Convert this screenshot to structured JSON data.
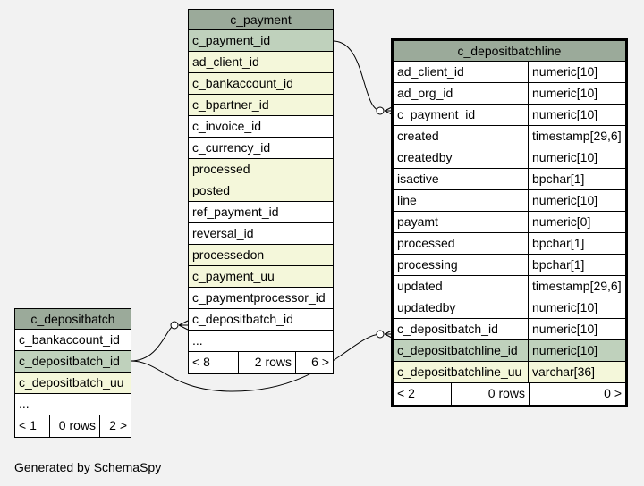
{
  "tables": {
    "c_payment": {
      "name": "c_payment",
      "columns": [
        {
          "name": "c_payment_id",
          "kind": "pk"
        },
        {
          "name": "ad_client_id",
          "kind": "idx"
        },
        {
          "name": "c_bankaccount_id",
          "kind": "idx"
        },
        {
          "name": "c_bpartner_id",
          "kind": "idx"
        },
        {
          "name": "c_invoice_id",
          "kind": "plain"
        },
        {
          "name": "c_currency_id",
          "kind": "plain"
        },
        {
          "name": "processed",
          "kind": "idx"
        },
        {
          "name": "posted",
          "kind": "idx"
        },
        {
          "name": "ref_payment_id",
          "kind": "plain"
        },
        {
          "name": "reversal_id",
          "kind": "plain"
        },
        {
          "name": "processedon",
          "kind": "idx"
        },
        {
          "name": "c_payment_uu",
          "kind": "idx"
        },
        {
          "name": "c_paymentprocessor_id",
          "kind": "plain"
        },
        {
          "name": "c_depositbatch_id",
          "kind": "plain"
        },
        {
          "name": "...",
          "kind": "plain"
        }
      ],
      "footer": {
        "parents": "< 8",
        "rows": "2 rows",
        "children": "6 >"
      }
    },
    "c_depositbatchline": {
      "name": "c_depositbatchline",
      "columns": [
        {
          "name": "ad_client_id",
          "type": "numeric[10]",
          "kind": "plain"
        },
        {
          "name": "ad_org_id",
          "type": "numeric[10]",
          "kind": "plain"
        },
        {
          "name": "c_payment_id",
          "type": "numeric[10]",
          "kind": "plain"
        },
        {
          "name": "created",
          "type": "timestamp[29,6]",
          "kind": "plain"
        },
        {
          "name": "createdby",
          "type": "numeric[10]",
          "kind": "plain"
        },
        {
          "name": "isactive",
          "type": "bpchar[1]",
          "kind": "plain"
        },
        {
          "name": "line",
          "type": "numeric[10]",
          "kind": "plain"
        },
        {
          "name": "payamt",
          "type": "numeric[0]",
          "kind": "plain"
        },
        {
          "name": "processed",
          "type": "bpchar[1]",
          "kind": "plain"
        },
        {
          "name": "processing",
          "type": "bpchar[1]",
          "kind": "plain"
        },
        {
          "name": "updated",
          "type": "timestamp[29,6]",
          "kind": "plain"
        },
        {
          "name": "updatedby",
          "type": "numeric[10]",
          "kind": "plain"
        },
        {
          "name": "c_depositbatch_id",
          "type": "numeric[10]",
          "kind": "plain"
        },
        {
          "name": "c_depositbatchline_id",
          "type": "numeric[10]",
          "kind": "pk"
        },
        {
          "name": "c_depositbatchline_uu",
          "type": "varchar[36]",
          "kind": "idx"
        }
      ],
      "footer": {
        "parents": "< 2",
        "rows": "0 rows",
        "children": "0 >"
      }
    },
    "c_depositbatch": {
      "name": "c_depositbatch",
      "columns": [
        {
          "name": "c_bankaccount_id",
          "kind": "plain"
        },
        {
          "name": "c_depositbatch_id",
          "kind": "pk"
        },
        {
          "name": "c_depositbatch_uu",
          "kind": "idx"
        },
        {
          "name": "...",
          "kind": "plain"
        }
      ],
      "footer": {
        "parents": "< 1",
        "rows": "0 rows",
        "children": "2 >"
      }
    }
  },
  "colors": {
    "header": "#9baa9a",
    "primary_key": "#bfd1bc",
    "indexed": "#f4f7da",
    "background": "#f2f2f2"
  },
  "credit": "Generated by SchemaSpy"
}
